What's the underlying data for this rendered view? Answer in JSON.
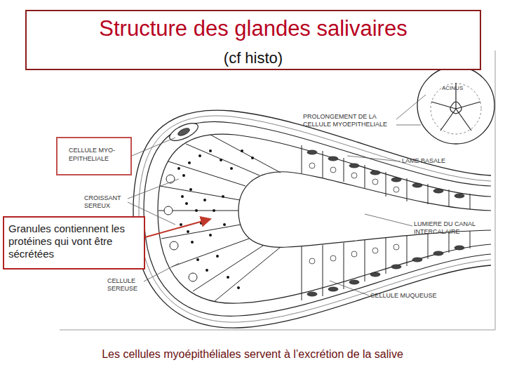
{
  "diagram": {
    "caption": "Les cellules myoépithéliales servent à l’excrétion de la salive",
    "nodes": [
      {
        "text": [
          "Structure des glandes salivaires",
          "(cf histo)"
        ]
      },
      {
        "text": [
          "CELLULE MYO- EPITHELIALE"
        ]
      },
      {
        "text": [
          "Granules contiennent les protéines qui vont être sécrétées"
        ]
      }
    ],
    "labels": [
      "ACINUS",
      "PROLONGEMENT DE LA CELLULE MYOEPITHELIALE",
      "LAME BASALE",
      "LUMIERE DU CANAL INTERCALAIRE",
      "CROISSANT SEREUX",
      "CELLULE SEREUSE",
      "CELLULE MUQUEUSE"
    ]
  }
}
